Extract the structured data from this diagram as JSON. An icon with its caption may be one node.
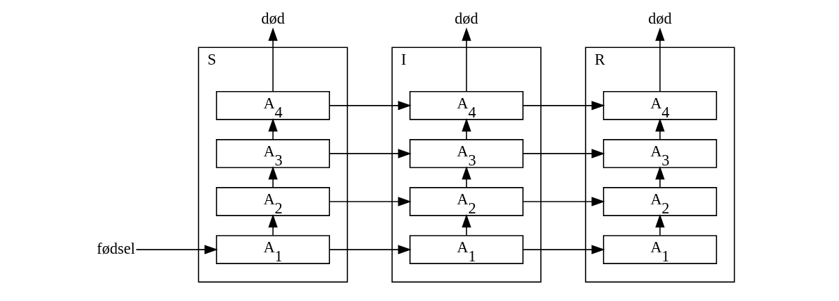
{
  "diagram": {
    "nodes": [
      {
        "text": [
          "fødsel"
        ]
      },
      {
        "text": [
          "S"
        ]
      },
      {
        "text": [
          "A$_{1}$"
        ],
        "in": 1
      },
      {
        "text": [
          "A$_{2}$"
        ],
        "in": 1
      },
      {
        "text": [
          "A$_{3}$"
        ],
        "in": 1
      },
      {
        "text": [
          "A$_{4}$"
        ],
        "in": 1
      },
      {
        "text": [
          "I"
        ]
      },
      {
        "text": [
          "A$_{1}$"
        ],
        "in": 6
      },
      {
        "text": [
          "A$_{2}$"
        ],
        "in": 6
      },
      {
        "text": [
          "A$_{3}$"
        ],
        "in": 6
      },
      {
        "text": [
          "A$_{4}$"
        ],
        "in": 6
      },
      {
        "text": [
          "R"
        ]
      },
      {
        "text": [
          "A$_{1}$"
        ],
        "in": 11
      },
      {
        "text": [
          "A$_{2}$"
        ],
        "in": 11
      },
      {
        "text": [
          "A$_{3}$"
        ],
        "in": 11
      },
      {
        "text": [
          "A$_{4}$"
        ],
        "in": 11
      },
      {
        "text": [
          "død"
        ]
      },
      {
        "text": [
          "død"
        ]
      },
      {
        "text": [
          "død"
        ]
      }
    ],
    "edges": [
      {
        "from": 0,
        "to": 2,
        "arrow": "to"
      },
      {
        "from": 2,
        "to": 3,
        "arrow": "to"
      },
      {
        "from": 3,
        "to": 4,
        "arrow": "to"
      },
      {
        "from": 4,
        "to": 5,
        "arrow": "to"
      },
      {
        "from": 2,
        "to": 7,
        "arrow": "to"
      },
      {
        "from": 3,
        "to": 8,
        "arrow": "to"
      },
      {
        "from": 4,
        "to": 9,
        "arrow": "to"
      },
      {
        "from": 5,
        "to": 10,
        "arrow": "to"
      },
      {
        "from": 7,
        "to": 8,
        "arrow": "to"
      },
      {
        "from": 8,
        "to": 9,
        "arrow": "to"
      },
      {
        "from": 9,
        "to": 10,
        "arrow": "to"
      },
      {
        "from": 7,
        "to": 12,
        "arrow": "to"
      },
      {
        "from": 8,
        "to": 13,
        "arrow": "to"
      },
      {
        "from": 9,
        "to": 14,
        "arrow": "to"
      },
      {
        "from": 10,
        "to": 15,
        "arrow": "to"
      },
      {
        "from": 12,
        "to": 13,
        "arrow": "to"
      },
      {
        "from": 13,
        "to": 14,
        "arrow": "to"
      },
      {
        "from": 14,
        "to": 15,
        "arrow": "to"
      },
      {
        "from": 5,
        "to": 16,
        "arrow": "to"
      },
      {
        "from": 10,
        "to": 17,
        "arrow": "to"
      },
      {
        "from": 15,
        "to": 18,
        "arrow": "to"
      }
    ]
  }
}
